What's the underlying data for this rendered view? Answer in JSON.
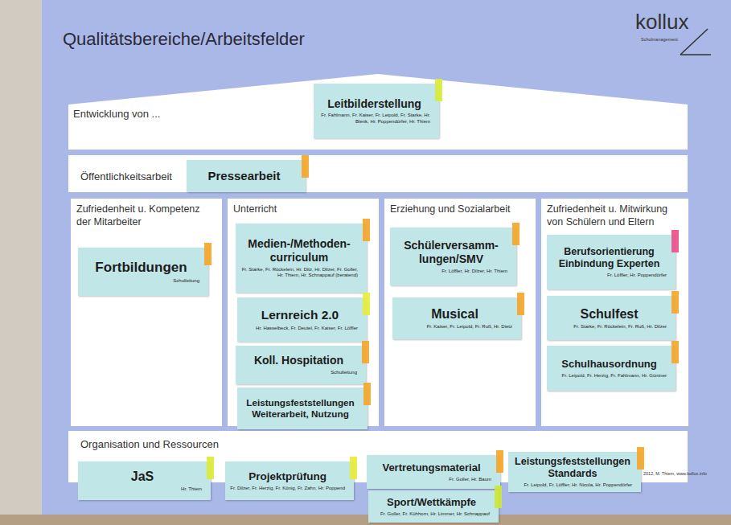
{
  "diagram": {
    "title": "Qualitätsbereiche/Arbeitsfelder",
    "nodes": [
      {
        "text": [
          "Entwicklung von ..."
        ]
      },
      {
        "text": [
          "Leitbilderstellung",
          "Fr. Fahlmann, Fr. Kaiser, Fr. Leipold, Fr. Starke, Hr. Blenk, Hr. Poppendörfer, Hr. Thiem"
        ],
        "in": 0
      },
      {
        "text": [
          "Öffentlichkeitsarbeit"
        ]
      },
      {
        "text": [
          "Pressearbeit"
        ],
        "in": 2
      },
      {
        "text": [
          "Zufriedenheit u. Kompetenz der Mitarbeiter"
        ]
      },
      {
        "text": [
          "Fortbildungen",
          "Schulleitung"
        ],
        "in": 4
      },
      {
        "text": [
          "Unterricht"
        ]
      },
      {
        "text": [
          "Medien-/Methoden- curriculum",
          "Fr. Starke, Fr. Röckelein, Hr. Ditz, Hr. Dilzer, Fr. Goller, Hr. Thiem, Hr. Schnappauf (beratend)"
        ],
        "in": 6
      },
      {
        "text": [
          "Lernreich 2.0",
          "Hr. Hasselbeck, Fr. Deutel, Fr. Kaiser, Fr. Löffler"
        ],
        "in": 6
      },
      {
        "text": [
          "Koll. Hospitation",
          "Schulleitung"
        ],
        "in": 6
      },
      {
        "text": [
          "Leistungsfeststellungen Weiterarbeit, Nutzung"
        ],
        "in": 6
      },
      {
        "text": [
          "Erziehung und Sozialarbeit"
        ]
      },
      {
        "text": [
          "Schülerversamm- lungen/SMV",
          "Fr. Löffler, Hr. Dilzer, Hr. Thiem"
        ],
        "in": 11
      },
      {
        "text": [
          "Musical",
          "Fr. Kaiser, Fr. Leipold, Fr. Ruß, Hr. Dietz"
        ],
        "in": 11
      },
      {
        "text": [
          "Zufriedenheit u. Mitwirkung von Schülern und Eltern"
        ]
      },
      {
        "text": [
          "Berufsorientierung Einbindung Experten",
          "Fr. Löffler, Hr. Poppendörfer"
        ],
        "in": 14
      },
      {
        "text": [
          "Schulfest",
          "Fr. Starke, Fr. Röckelein, Fr. Ruß, Hr. Dilzer"
        ],
        "in": 14
      },
      {
        "text": [
          "Schulhausordnung",
          "Fr. Leipold, Fr. Herzig, Fr. Fahlmann, Hr. Güntner"
        ],
        "in": 14
      },
      {
        "text": [
          "Organisation und Ressourcen"
        ]
      },
      {
        "text": [
          "JaS",
          "Hr. Thiem"
        ],
        "in": 18
      },
      {
        "text": [
          "Projektprüfung",
          "Fr. Dilzer, Fr. Herzig, Fr. König, Fr. Zahn, Hr. Poppend"
        ],
        "in": 18
      },
      {
        "text": [
          "Vertretungsmaterial",
          "Fr. Goller, Hr. Baum"
        ],
        "in": 18
      },
      {
        "text": [
          "Sport/Wettkämpfe",
          "Fr. Goller, Fr. Kühhorn, Hr. Limmer, Hr. Schnappauf"
        ],
        "in": 18
      },
      {
        "text": [
          "Leistungsfeststellungen Standards",
          "Fr. Leipold, Fr. Löffler, Hr. Nicola, Hr. Poppendörfer"
        ],
        "in": 18
      }
    ],
    "labels": [
      "kollux",
      "Schulmanagement",
      "2012, M. Thiem, www.kollux.info"
    ]
  }
}
